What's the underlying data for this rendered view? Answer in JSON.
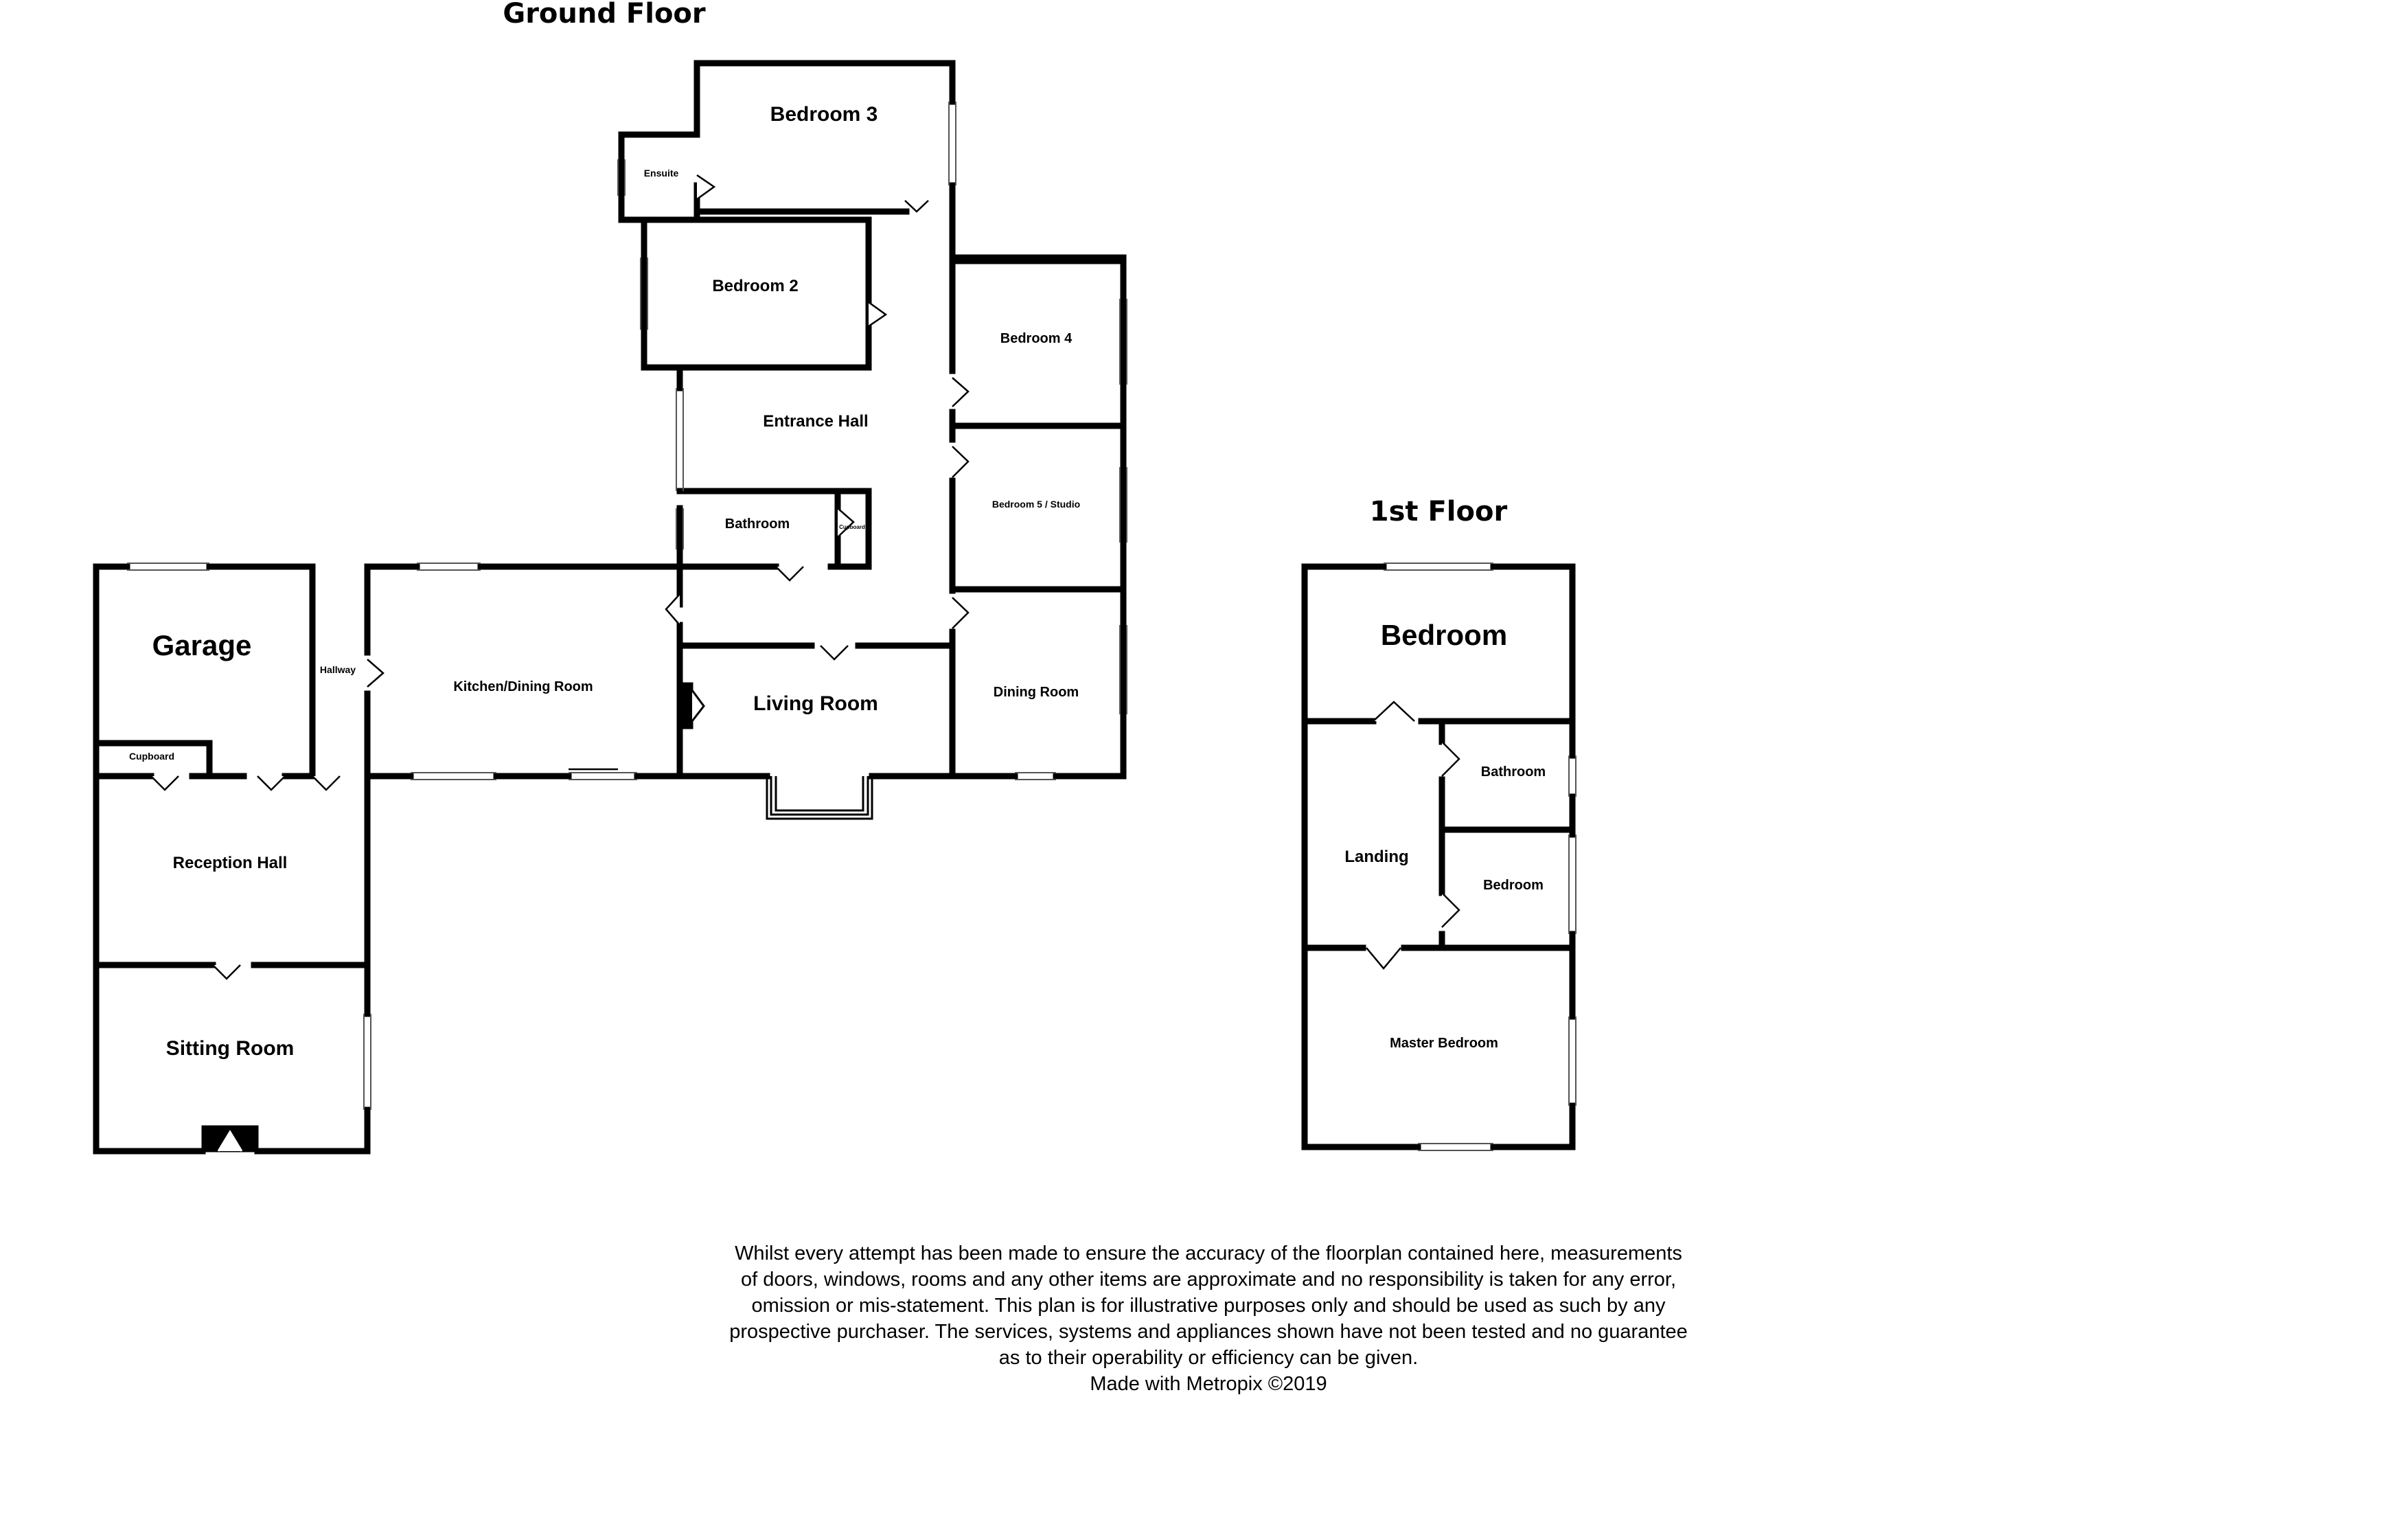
{
  "floors": {
    "ground_title": "Ground Floor",
    "first_title": "1st Floor"
  },
  "rooms": {
    "bedroom3": "Bedroom 3",
    "ensuite": "Ensuite",
    "bedroom2": "Bedroom 2",
    "bedroom4": "Bedroom 4",
    "entrance_hall": "Entrance Hall",
    "bedroom5": "Bedroom 5 / Studio",
    "bathroom": "Bathroom",
    "cupboard_small": "Cupboard",
    "garage": "Garage",
    "hallway": "Hallway",
    "kitchen": "Kitchen/Dining Room",
    "living_room": "Living Room",
    "dining_room": "Dining Room",
    "cupboard": "Cupboard",
    "reception_hall": "Reception Hall",
    "sitting_room": "Sitting Room",
    "f1_bedroom": "Bedroom",
    "f1_bathroom": "Bathroom",
    "landing": "Landing",
    "f1_bedroom_small": "Bedroom",
    "master_bedroom": "Master Bedroom"
  },
  "disclaimer": {
    "line1": "Whilst every attempt has been made to ensure the accuracy of the floorplan contained here, measurements",
    "line2": "of doors, windows, rooms and any other items are approximate and no responsibility is taken for any error,",
    "line3": "omission or mis-statement. This plan is for illustrative purposes only and should be used as such by any",
    "line4": "prospective purchaser. The services, systems and appliances shown have not been tested and no guarantee",
    "line5": "as to their operability or efficiency can be given.",
    "line6": "Made with Metropix ©2019"
  }
}
